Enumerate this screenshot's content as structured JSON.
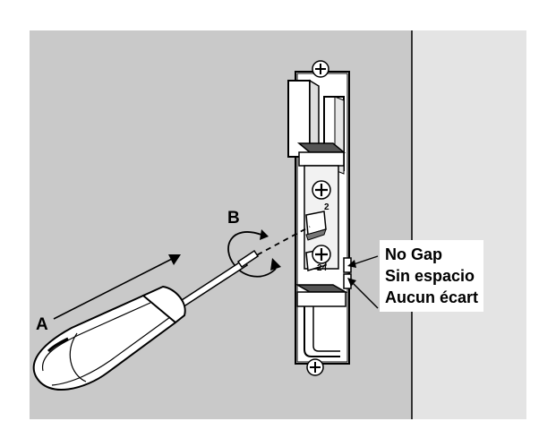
{
  "labels": {
    "a": "A",
    "b": "B"
  },
  "callout": {
    "line1": "No Gap",
    "line2": "Sin espacio",
    "line3": "Aucun écart"
  },
  "colors": {
    "wall": "#c9c9c9",
    "door_edge": "#e4e4e4",
    "bracket": "#f0f0f0",
    "outline": "#000000"
  },
  "icons": [
    "screwdriver",
    "rotation-arrow",
    "phillips-screw"
  ]
}
